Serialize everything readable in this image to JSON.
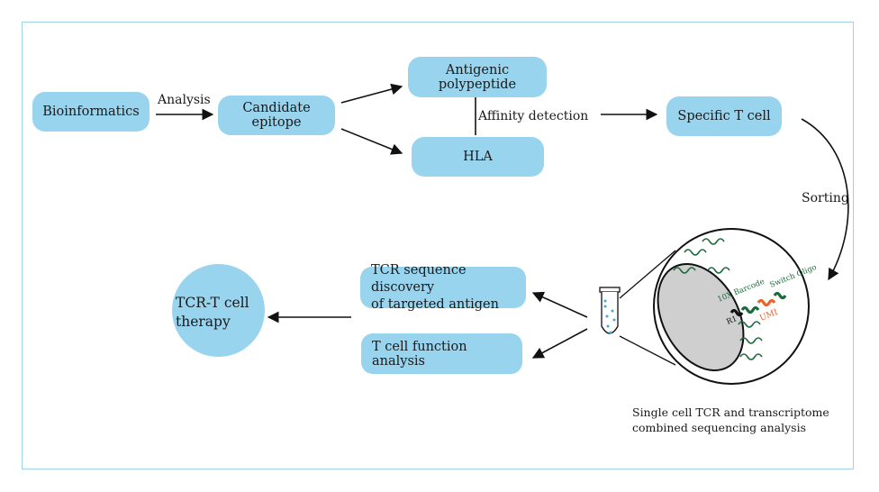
{
  "nodes": {
    "bioinformatics": "Bioinformatics",
    "candidate_epitope": "Candidate epitope",
    "antigenic_polypeptide": "Antigenic polypeptide",
    "hla": "HLA",
    "specific_t_cell": "Specific T cell",
    "tcr_discovery_line1": "TCR sequence discovery",
    "tcr_discovery_line2": "of targeted antigen",
    "t_cell_function": "T cell function analysis",
    "tcr_t_therapy_line1": "TCR-T cell",
    "tcr_t_therapy_line2": "therapy"
  },
  "labels": {
    "analysis": "Analysis",
    "affinity_detection": "Affinity detection",
    "sorting": "Sorting"
  },
  "bead_labels": {
    "barcode": "10X Barcode",
    "switch_oligo": "Switch Oligo",
    "umi": "UMI",
    "r1": "R1"
  },
  "caption": {
    "line1": "Single cell TCR and transcriptome",
    "line2": "combined sequencing analysis"
  },
  "colors": {
    "node_fill": "#98d4ee",
    "frame_border": "#9fd4e6",
    "wave_green": "#1b6b3a",
    "umi_orange": "#e8642a",
    "tube_dots": "#4aa6d8"
  }
}
